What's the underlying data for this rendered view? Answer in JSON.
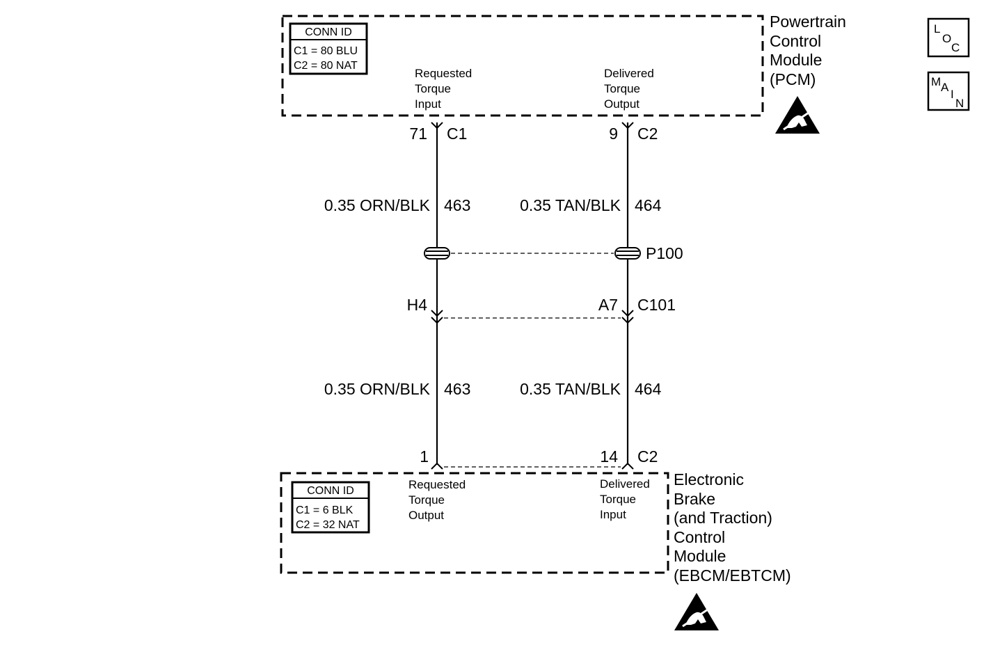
{
  "pcm": {
    "name_lines": [
      "Powertrain",
      "Control",
      "Module",
      "(PCM)"
    ],
    "conn_id": {
      "title": "CONN ID",
      "lines": [
        "C1 = 80 BLU",
        "C2 = 80 NAT"
      ]
    },
    "pin_left_desc": [
      "Requested",
      "Torque",
      "Input"
    ],
    "pin_right_desc": [
      "Delivered",
      "Torque",
      "Output"
    ],
    "pin_left": {
      "num": "71",
      "conn": "C1"
    },
    "pin_right": {
      "num": "9",
      "conn": "C2"
    }
  },
  "wires_upper": {
    "left": {
      "spec": "0.35 ORN/BLK",
      "circuit": "463"
    },
    "right": {
      "spec": "0.35 TAN/BLK",
      "circuit": "464"
    }
  },
  "splice": {
    "label": "P100"
  },
  "inline_connector": {
    "left_pin": "H4",
    "right_pin": "A7",
    "label": "C101"
  },
  "wires_lower": {
    "left": {
      "spec": "0.35 ORN/BLK",
      "circuit": "463"
    },
    "right": {
      "spec": "0.35 TAN/BLK",
      "circuit": "464"
    }
  },
  "ebcm": {
    "name_lines": [
      "Electronic",
      "Brake",
      "(and Traction)",
      "Control",
      "Module",
      "(EBCM/EBTCM)"
    ],
    "conn_id": {
      "title": "CONN ID",
      "lines": [
        "C1 = 6 BLK",
        "C2 = 32 NAT"
      ]
    },
    "pin_left_desc": [
      "Requested",
      "Torque",
      "Output"
    ],
    "pin_right_desc": [
      "Delivered",
      "Torque",
      "Input"
    ],
    "pin_left": {
      "num": "1"
    },
    "pin_right": {
      "num": "14",
      "conn": "C2"
    }
  },
  "icons": {
    "loc": {
      "letters": [
        "L",
        "O",
        "C"
      ]
    },
    "main": {
      "letters": [
        "M",
        "A",
        "I",
        "N"
      ]
    },
    "esd": "esd-warning-icon"
  }
}
